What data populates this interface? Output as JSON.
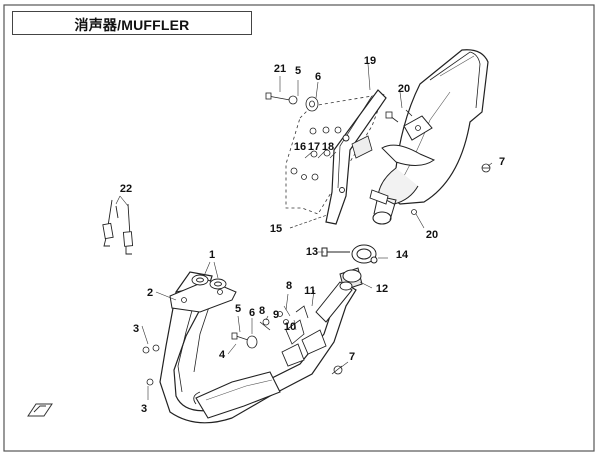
{
  "title": "消声器/MUFFLER",
  "callouts": [
    "1",
    "2",
    "3",
    "3",
    "4",
    "5",
    "5",
    "6",
    "6",
    "7",
    "7",
    "8",
    "8",
    "9",
    "10",
    "11",
    "12",
    "13",
    "14",
    "15",
    "16",
    "17",
    "18",
    "19",
    "20",
    "20",
    "21",
    "22"
  ],
  "colors": {
    "line": "#222222",
    "frame": "#555555",
    "fill": "#ffffff",
    "shade": "#cfcfcf"
  }
}
